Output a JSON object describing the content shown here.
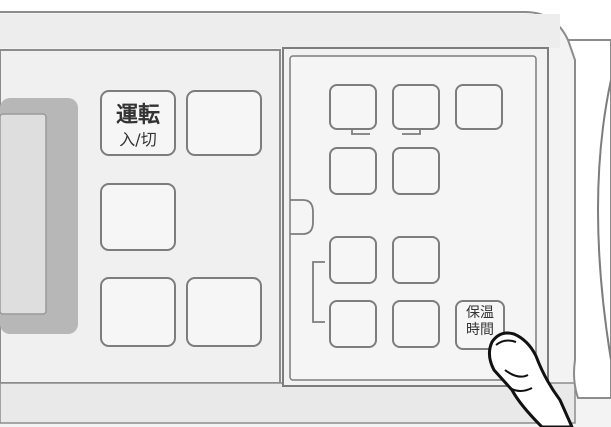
{
  "buttons": {
    "power": {
      "main": "運転",
      "sub": "入/切"
    },
    "keep_warm_time": {
      "line1": "保温",
      "line2": "時間"
    }
  },
  "icons": {
    "pointer": "finger-pointer-icon"
  }
}
